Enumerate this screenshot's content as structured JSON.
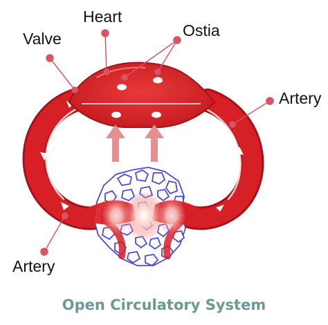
{
  "labels": {
    "heart": "Heart",
    "valve": "Valve",
    "ostia": "Ostia",
    "artery_right": "Artery",
    "artery_left": "Artery"
  },
  "caption": "Open Circulatory System",
  "colors": {
    "vessel": "#d71f26",
    "vessel_dark": "#a5121a",
    "highlight": "#f07a72",
    "arrow_up": "#e58f92",
    "pointer": "#d85566",
    "tissue_stroke": "#4a4ae0",
    "caption": "#6a9a94"
  },
  "icons": [
    "flow-arrow-icon",
    "pointer-dot-icon"
  ]
}
